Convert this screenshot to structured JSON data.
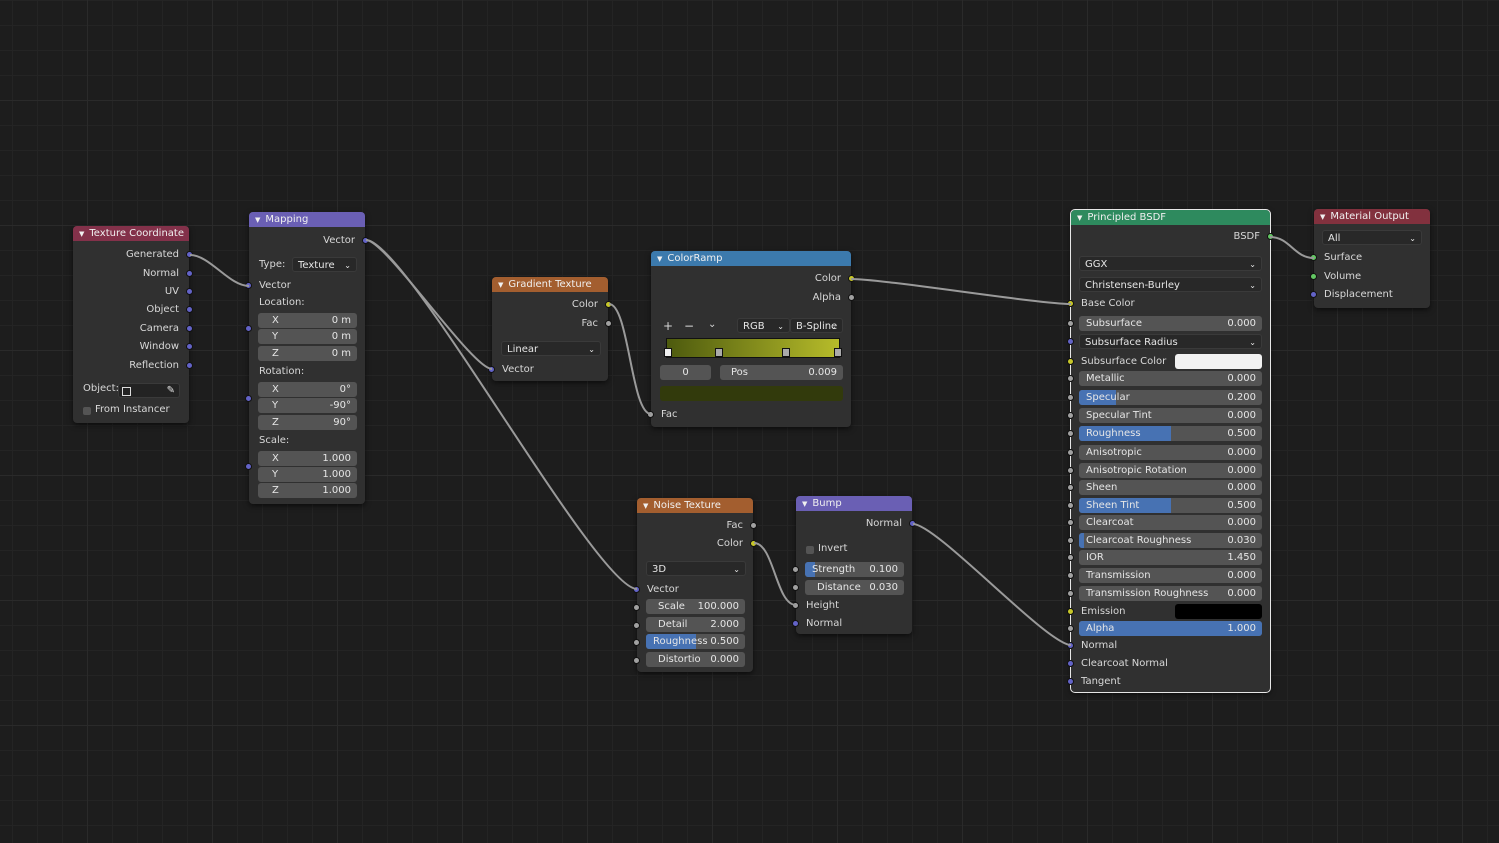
{
  "nodes": {
    "texture_coordinate": {
      "title": "Texture Coordinate",
      "outputs": [
        "Generated",
        "Normal",
        "UV",
        "Object",
        "Camera",
        "Window",
        "Reflection"
      ],
      "object_label": "Object:",
      "from_instancer": "From Instancer"
    },
    "mapping": {
      "title": "Mapping",
      "output": "Vector",
      "type_label": "Type:",
      "type_value": "Texture",
      "input_vector": "Vector",
      "location_label": "Location:",
      "location": [
        {
          "axis": "X",
          "value": "0 m"
        },
        {
          "axis": "Y",
          "value": "0 m"
        },
        {
          "axis": "Z",
          "value": "0 m"
        }
      ],
      "rotation_label": "Rotation:",
      "rotation": [
        {
          "axis": "X",
          "value": "0°"
        },
        {
          "axis": "Y",
          "value": "-90°"
        },
        {
          "axis": "Z",
          "value": "90°"
        }
      ],
      "scale_label": "Scale:",
      "scale": [
        {
          "axis": "X",
          "value": "1.000"
        },
        {
          "axis": "Y",
          "value": "1.000"
        },
        {
          "axis": "Z",
          "value": "1.000"
        }
      ]
    },
    "gradient_texture": {
      "title": "Gradient Texture",
      "out_color": "Color",
      "out_fac": "Fac",
      "type_value": "Linear",
      "input_vector": "Vector"
    },
    "color_ramp": {
      "title": "ColorRamp",
      "out_color": "Color",
      "out_alpha": "Alpha",
      "add": "+",
      "remove": "−",
      "menu": "⌄",
      "color_mode": "RGB",
      "interpolation": "B-Spline",
      "stop_index": "0",
      "pos_label": "Pos",
      "pos_value": "0.009",
      "ramp_start": "#4d5a0e",
      "ramp_end": "#b7bc2a",
      "selected_color": "#323a0c",
      "input_fac": "Fac"
    },
    "noise_texture": {
      "title": "Noise Texture",
      "out_fac": "Fac",
      "out_color": "Color",
      "dimensions": "3D",
      "input_vector": "Vector",
      "fields": [
        {
          "label": "Scale",
          "value": "100.000",
          "fill": 0
        },
        {
          "label": "Detail",
          "value": "2.000",
          "fill": 0
        },
        {
          "label": "Roughness",
          "value": "0.500",
          "fill": 0.5
        },
        {
          "label": "Distortio",
          "value": "0.000",
          "fill": 0
        }
      ]
    },
    "bump": {
      "title": "Bump",
      "output": "Normal",
      "invert": "Invert",
      "strength_label": "Strength",
      "strength_value": "0.100",
      "strength_fill": 0.1,
      "distance_label": "Distance",
      "distance_value": "0.030",
      "input_height": "Height",
      "input_normal": "Normal"
    },
    "principled_bsdf": {
      "title": "Principled BSDF",
      "output": "BSDF",
      "distribution": "GGX",
      "subsurface_method": "Christensen-Burley",
      "base_color": "Base Color",
      "subsurface_radius": "Subsurface Radius",
      "subsurface_color": "Subsurface Color",
      "emission": "Emission",
      "fields": [
        {
          "key": "subsurface",
          "label": "Subsurface",
          "value": "0.000",
          "fill": 0
        },
        {
          "key": "metallic",
          "label": "Metallic",
          "value": "0.000",
          "fill": 0
        },
        {
          "key": "specular",
          "label": "Specular",
          "value": "0.200",
          "fill": 0.2
        },
        {
          "key": "specular_tint",
          "label": "Specular Tint",
          "value": "0.000",
          "fill": 0
        },
        {
          "key": "roughness",
          "label": "Roughness",
          "value": "0.500",
          "fill": 0.5
        },
        {
          "key": "anisotropic",
          "label": "Anisotropic",
          "value": "0.000",
          "fill": 0
        },
        {
          "key": "anisotropic_rotation",
          "label": "Anisotropic Rotation",
          "value": "0.000",
          "fill": 0
        },
        {
          "key": "sheen",
          "label": "Sheen",
          "value": "0.000",
          "fill": 0
        },
        {
          "key": "sheen_tint",
          "label": "Sheen Tint",
          "value": "0.500",
          "fill": 0.5
        },
        {
          "key": "clearcoat",
          "label": "Clearcoat",
          "value": "0.000",
          "fill": 0
        },
        {
          "key": "clearcoat_roughness",
          "label": "Clearcoat Roughness",
          "value": "0.030",
          "fill": 0.03
        },
        {
          "key": "ior",
          "label": "IOR",
          "value": "1.450",
          "fill": 0
        },
        {
          "key": "transmission",
          "label": "Transmission",
          "value": "0.000",
          "fill": 0
        },
        {
          "key": "transmission_roughness",
          "label": "Transmission Roughness",
          "value": "0.000",
          "fill": 0
        },
        {
          "key": "alpha",
          "label": "Alpha",
          "value": "1.000",
          "fill": 1
        }
      ],
      "input_normal": "Normal",
      "input_clearcoat_normal": "Clearcoat Normal",
      "input_tangent": "Tangent",
      "subsurface_color_value": "#f2f2f2",
      "emission_color_value": "#000000"
    },
    "material_output": {
      "title": "Material Output",
      "target": "All",
      "inputs": [
        "Surface",
        "Volume",
        "Displacement"
      ]
    }
  },
  "colors": {
    "accent": "#4772b3",
    "socket_vector": "#6363c7",
    "socket_color": "#c7c729",
    "socket_value": "#a1a1a1",
    "socket_shader": "#63c763"
  }
}
